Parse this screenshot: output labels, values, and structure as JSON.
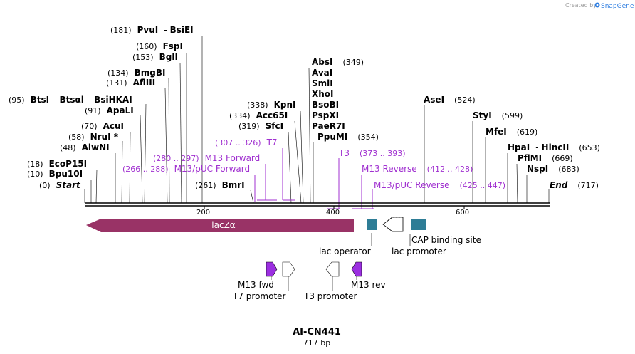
{
  "credit": {
    "text": "Created by",
    "brand": "SnapGene",
    "logo_icon": "snapgene-logo-icon",
    "logo_color": "#2d7de0"
  },
  "map": {
    "name": "AI-CN441",
    "length": "717 bp"
  },
  "axis": {
    "ticks": [
      "200",
      "400",
      "600"
    ]
  },
  "sites": {
    "pvui": {
      "pos": "(181)",
      "name": "PvuI",
      "sep": "-",
      "name2": "BsiEI"
    },
    "fspi": {
      "pos": "(160)",
      "name": "FspI"
    },
    "bgli": {
      "pos": "(153)",
      "name": "BglI"
    },
    "bmgbi": {
      "pos": "(134)",
      "name": "BmgBI"
    },
    "afliii": {
      "pos": "(131)",
      "name": "AflIII"
    },
    "btsi": {
      "pos": "(95)",
      "name": "BtsI",
      "sep": "-",
      "name2": "Btsαl",
      "sep2": "-",
      "name3": "BsiHKAI"
    },
    "apali": {
      "pos": "(91)",
      "name": "ApaLI"
    },
    "acui": {
      "pos": "(70)",
      "name": "AcuI"
    },
    "nrui": {
      "pos": "(58)",
      "name": "NruI *"
    },
    "alwni": {
      "pos": "(48)",
      "name": "AlwNI"
    },
    "ecop15i": {
      "pos": "(18)",
      "name": "EcoP15I"
    },
    "bpu10i": {
      "pos": "(10)",
      "name": "Bpu10I"
    },
    "start": {
      "pos": "(0)",
      "name": "Start"
    },
    "bmri": {
      "pos": "(261)",
      "name": "BmrI"
    },
    "kpni": {
      "pos": "(338)",
      "name": "KpnI"
    },
    "acc65i": {
      "pos": "(334)",
      "name": "Acc65I"
    },
    "sfci": {
      "pos": "(319)",
      "name": "SfcI"
    },
    "absi": {
      "name": "AbsI",
      "pos": "(349)"
    },
    "avai": {
      "name": "AvaI"
    },
    "smli": {
      "name": "SmlI"
    },
    "xhoi": {
      "name": "XhoI"
    },
    "bsobi": {
      "name": "BsoBI"
    },
    "pspxi": {
      "name": "PspXI"
    },
    "paer7i": {
      "name": "PaeR7I"
    },
    "ppumi": {
      "name": "PpuMI",
      "pos": "(354)"
    },
    "asei": {
      "name": "AseI",
      "pos": "(524)"
    },
    "styi": {
      "name": "StyI",
      "pos": "(599)"
    },
    "mfei": {
      "name": "MfeI",
      "pos": "(619)"
    },
    "hpai": {
      "name": "HpaI",
      "sep": "-",
      "name2": "HincII",
      "pos": "(653)"
    },
    "pflmi": {
      "name": "PflMI",
      "pos": "(669)"
    },
    "nspi": {
      "name": "NspI",
      "pos": "(683)"
    },
    "end": {
      "name": "End",
      "pos": "(717)"
    }
  },
  "primers": {
    "t7": {
      "range": "(307 .. 326)",
      "name": "T7"
    },
    "m13fwd": {
      "range": "(280 .. 297)",
      "name": "M13 Forward"
    },
    "m13puc_fwd": {
      "range": "(266 .. 288)",
      "name": "M13/pUC Forward"
    },
    "t3": {
      "name": "T3",
      "range": "(373 .. 393)"
    },
    "m13rev": {
      "name": "M13 Reverse",
      "range": "(412 .. 428)"
    },
    "m13puc_rev": {
      "name": "M13/pUC Reverse",
      "range": "(425 .. 447)"
    }
  },
  "features": {
    "lacz": {
      "label": "lacZα",
      "color": "#993366"
    },
    "lac_operator": {
      "label": "lac operator",
      "color": "#2e7d96"
    },
    "lac_promoter": {
      "label": "lac promoter"
    },
    "cap_site": {
      "label": "CAP binding site",
      "color": "#2e7d96"
    },
    "m13_fwd": {
      "label": "M13 fwd",
      "color": "#9b2fe0"
    },
    "t7_promoter": {
      "label": "T7 promoter"
    },
    "t3_promoter": {
      "label": "T3 promoter"
    },
    "m13_rev": {
      "label": "M13 rev",
      "color": "#9b2fe0"
    }
  }
}
